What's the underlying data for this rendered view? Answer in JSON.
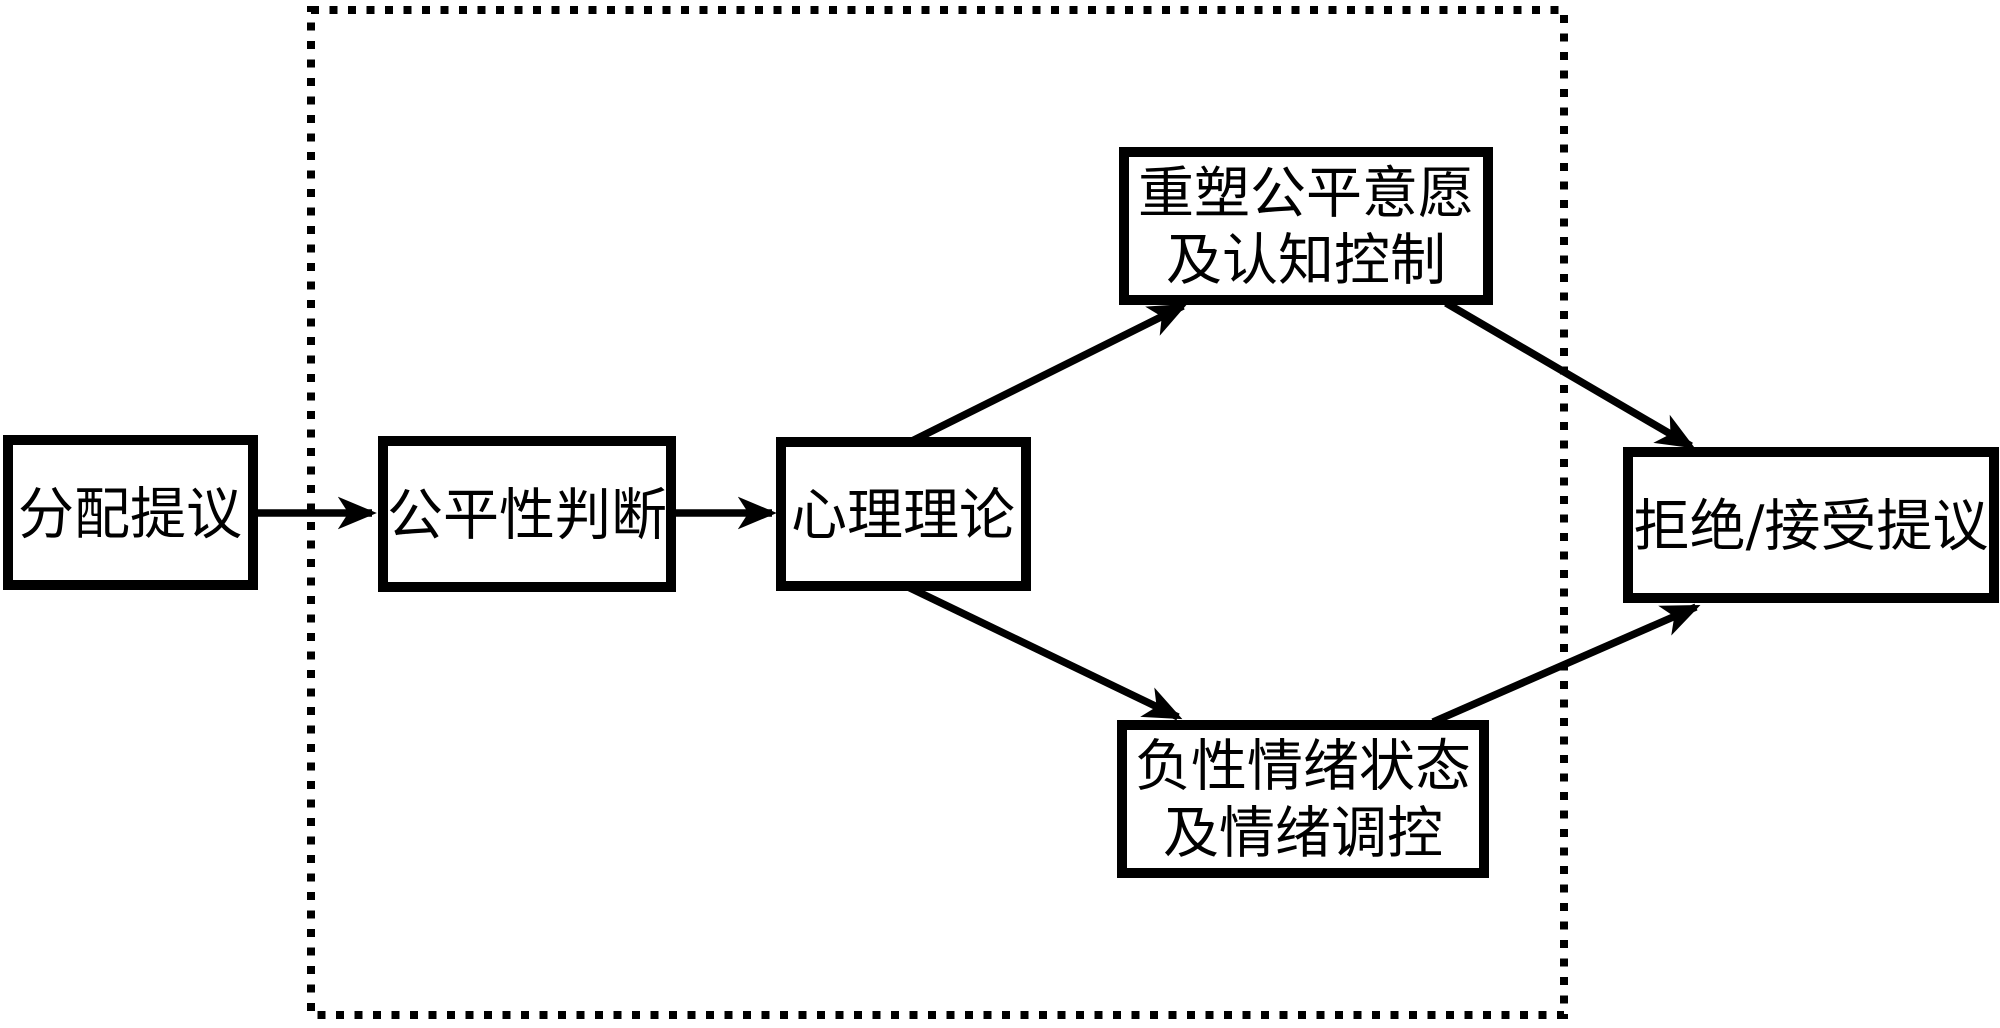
{
  "diagram": {
    "description_colors": {
      "stroke": "#000000",
      "background": "#ffffff"
    },
    "nodes": {
      "allocation_proposal": {
        "label": "分配提议"
      },
      "fairness_judgment": {
        "label": "公平性判断"
      },
      "theory_of_mind": {
        "label": "心理理论"
      },
      "reshape_fairness": {
        "line1": "重塑公平意愿",
        "line2": "及认知控制"
      },
      "negative_emotion": {
        "line1": "负性情绪状态",
        "line2": "及情绪调控"
      },
      "reject_accept": {
        "label": "拒绝/接受提议"
      }
    },
    "edges": [
      {
        "from": "allocation_proposal",
        "to": "fairness_judgment"
      },
      {
        "from": "fairness_judgment",
        "to": "theory_of_mind"
      },
      {
        "from": "theory_of_mind",
        "to": "reshape_fairness"
      },
      {
        "from": "theory_of_mind",
        "to": "negative_emotion"
      },
      {
        "from": "reshape_fairness",
        "to": "reject_accept"
      },
      {
        "from": "negative_emotion",
        "to": "reject_accept"
      }
    ]
  }
}
